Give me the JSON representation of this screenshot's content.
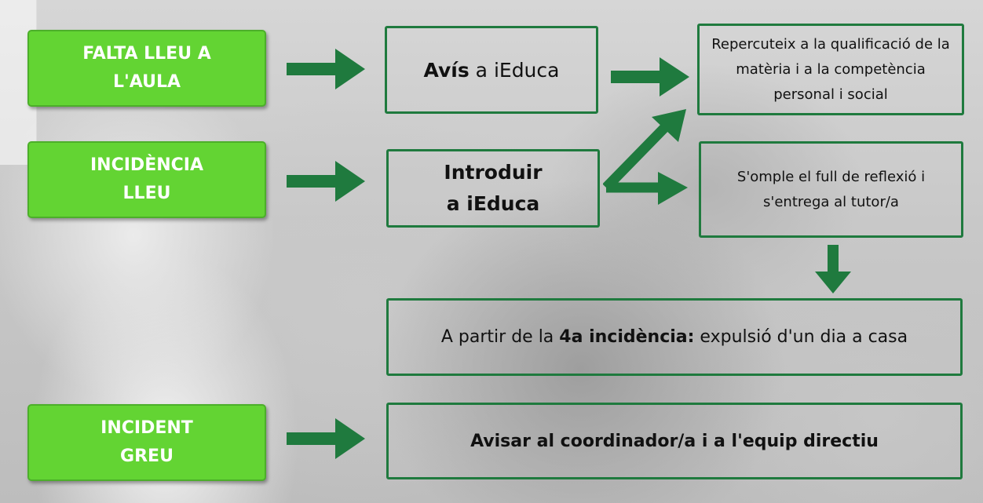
{
  "colors": {
    "accent_green": "#63d433",
    "arrow_dark_green": "#1f7a3e",
    "box_border": "#1f7a3e"
  },
  "categories": [
    {
      "label": "FALTA LLEU A\nL'AULA"
    },
    {
      "label": "INCIDÈNCIA\nLLEU"
    },
    {
      "label": "INCIDENT\nGREU"
    }
  ],
  "actions": {
    "avis": {
      "bold": "Avís",
      "rest": " a iEduca"
    },
    "introduir": {
      "line1": "Introduir",
      "line2": "a iEduca"
    },
    "avisar": {
      "text": "Avisar al coordinador/a i a l'equip directiu"
    }
  },
  "results": {
    "repercuteix": {
      "text": "Repercuteix a la qualificació de la matèria i a la competència personal i social"
    },
    "omple": {
      "text": "S'omple el full de reflexió i s'entrega al tutor/a"
    },
    "expulsio": {
      "before": "A partir de la ",
      "bold": "4a incidència:",
      "after": " expulsió d'un dia a casa"
    }
  }
}
